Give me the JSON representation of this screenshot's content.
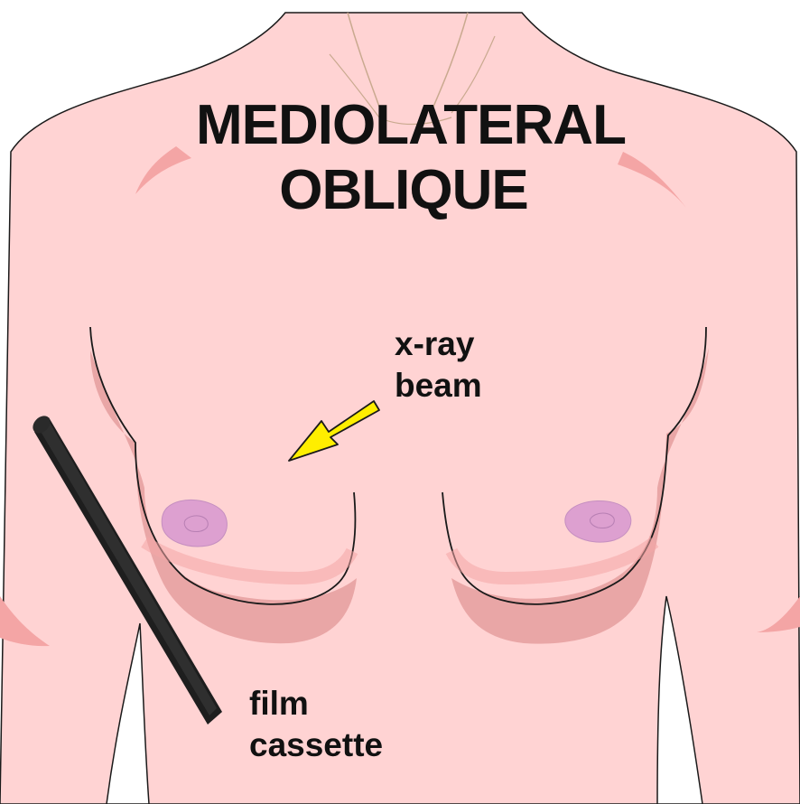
{
  "title": {
    "line1": "MEDIOLATERAL",
    "line2": "OBLIQUE"
  },
  "labels": {
    "beam_line1": "x-ray",
    "beam_line2": "beam",
    "cassette_line1": "film",
    "cassette_line2": "cassette"
  },
  "colors": {
    "skin": "#ffd3d3",
    "skin_shadow": "#e9a6a6",
    "outline": "#1a1a1a",
    "areola": "#dda0d0",
    "arrow": "#ffee00",
    "cassette": "#1e1e1e",
    "background": "#ffffff"
  }
}
